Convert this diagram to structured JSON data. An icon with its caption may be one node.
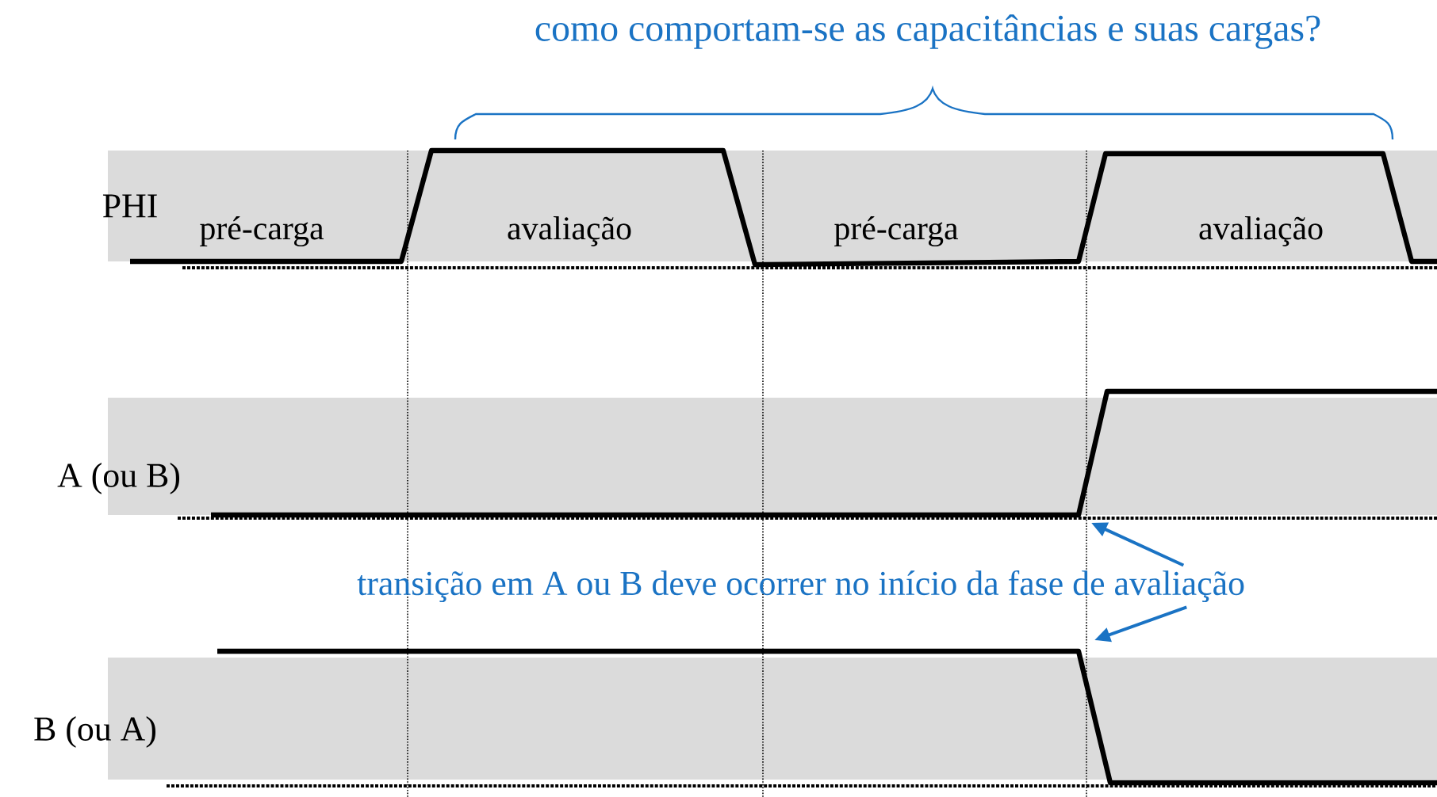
{
  "diagram": {
    "nodes": [
      {
        "text": [],
        "shape": "line",
        "beside": [
          "A (ou B)"
        ]
      },
      {
        "text": [
          "transição em A ou B deve ocorrer no início da fase de avaliação"
        ]
      },
      {
        "text": [],
        "shape": "line",
        "beside": [
          "B (ou A)"
        ]
      }
    ],
    "edges": [
      {
        "from": 1,
        "to": 0,
        "arrow": "to"
      },
      {
        "from": 1,
        "to": 2,
        "arrow": "to"
      }
    ],
    "labels": [
      "como comportam-se as capacitâncias e suas cargas?",
      "PHI",
      "pré-carga",
      "avaliação",
      "pré-carga",
      "avaliação"
    ]
  }
}
